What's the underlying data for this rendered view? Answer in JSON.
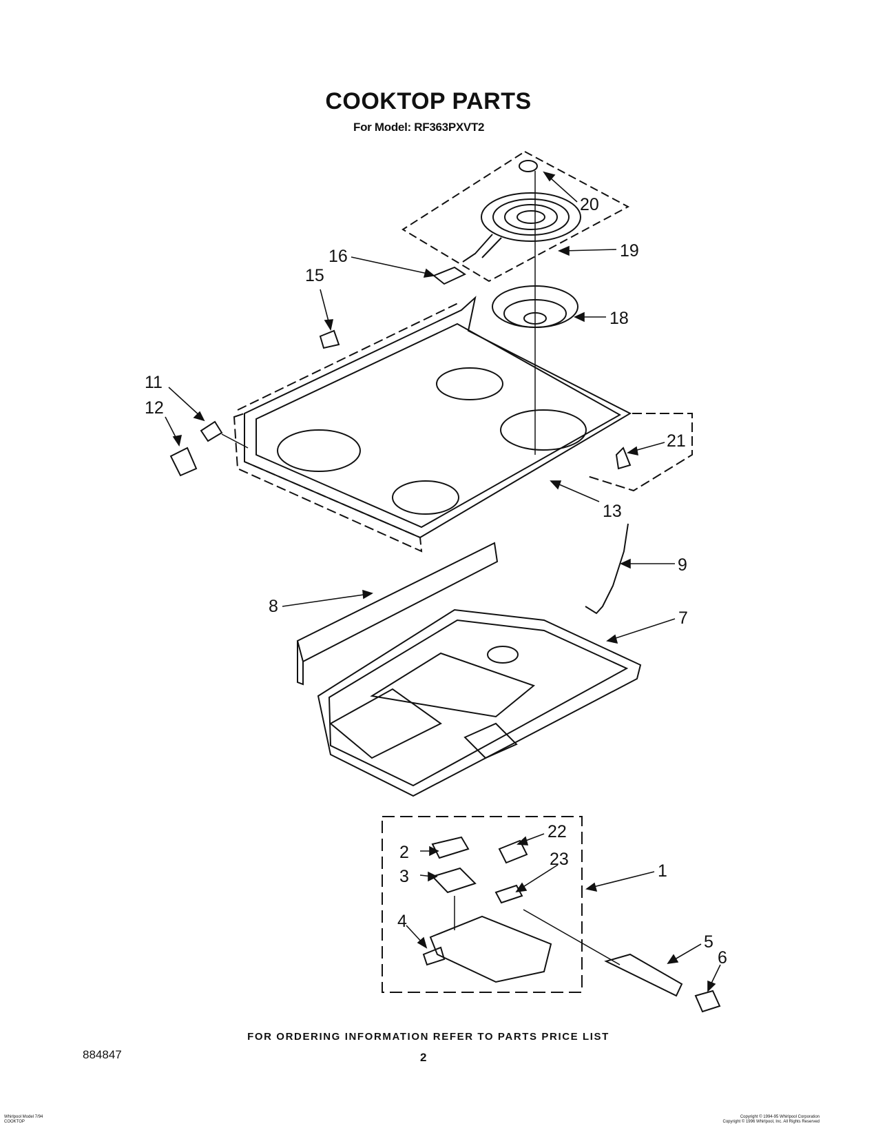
{
  "header": {
    "title": "COOKTOP PARTS",
    "model_line": "For Model: RF363PXVT2"
  },
  "callouts": [
    "20",
    "19",
    "16",
    "15",
    "18",
    "11",
    "12",
    "21",
    "13",
    "9",
    "8",
    "7",
    "22",
    "2",
    "23",
    "1",
    "3",
    "4",
    "5",
    "6"
  ],
  "footer": {
    "ordering_note": "FOR ORDERING INFORMATION REFER TO PARTS PRICE LIST",
    "document_number": "884847",
    "page_number": "2",
    "bottom_left_line1": "Whirlpool Model 7/94",
    "bottom_left_line2": "COOKTOP",
    "copyright_line1": "Copyright © 1994-95 Whirlpool Corporation",
    "copyright_line2": "Copyright © 1996 Whirlpool, Inc. All Rights Reserved"
  }
}
